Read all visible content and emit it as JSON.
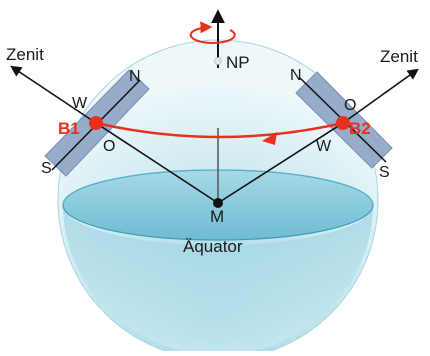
{
  "diagram": {
    "north_pole": "NP",
    "center": "M",
    "equator": "Äquator",
    "point_1": {
      "name": "B1",
      "zenith": "Zenit",
      "north": "N",
      "south": "S",
      "west": "W",
      "east": "O"
    },
    "point_2": {
      "name": "B2",
      "zenith": "Zenit",
      "north": "N",
      "south": "S",
      "west": "W",
      "east": "O"
    }
  },
  "colors": {
    "accent_red": "#e8301e",
    "plane_fill": "#8fa6c7",
    "plane_edge": "#6d86ad",
    "sphere_edge": "#8fc9d6",
    "equator_fill": "#7ec3d8",
    "line": "#111111"
  },
  "icons": [
    "rotation-arrow-icon"
  ]
}
